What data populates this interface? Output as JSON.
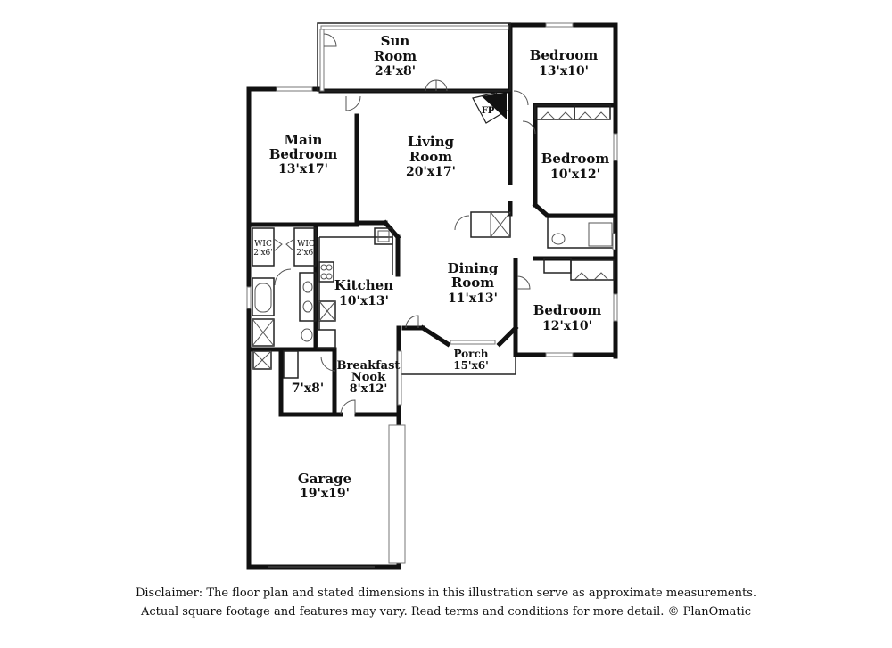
{
  "rooms": {
    "sun_room": {
      "name": "Sun Room",
      "name_line1": "Sun",
      "name_line2": "Room",
      "dims": "24'x8'"
    },
    "bedroom_ne": {
      "name": "Bedroom",
      "dims": "13'x10'"
    },
    "bedroom_e": {
      "name": "Bedroom",
      "dims": "10'x12'"
    },
    "bedroom_se": {
      "name": "Bedroom",
      "dims": "12'x10'"
    },
    "main_bedroom": {
      "name_line1": "Main",
      "name_line2": "Bedroom",
      "dims": "13'x17'"
    },
    "living_room": {
      "name_line1": "Living",
      "name_line2": "Room",
      "dims": "20'x17'"
    },
    "kitchen": {
      "name": "Kitchen",
      "dims": "10'x13'"
    },
    "dining_room": {
      "name_line1": "Dining",
      "name_line2": "Room",
      "dims": "11'x13'"
    },
    "porch": {
      "name": "Porch",
      "dims": "15'x6'"
    },
    "breakfast_nook": {
      "name_line1": "Breakfast",
      "name_line2": "Nook",
      "dims": "8'x12'"
    },
    "utility": {
      "dims": "7'x8'"
    },
    "garage": {
      "name": "Garage",
      "dims": "19'x19'"
    },
    "wic_left": {
      "name": "WIC",
      "dims": "2'x6'"
    },
    "wic_right": {
      "name": "WIC",
      "dims": "2'x6'"
    }
  },
  "fireplace": {
    "label": "FP"
  },
  "disclaimer": {
    "line1": "Disclaimer: The floor plan and stated dimensions in this illustration serve as approximate measurements.",
    "line2": "Actual square footage and features may vary. Read terms and conditions for more detail. © PlanOmatic"
  }
}
